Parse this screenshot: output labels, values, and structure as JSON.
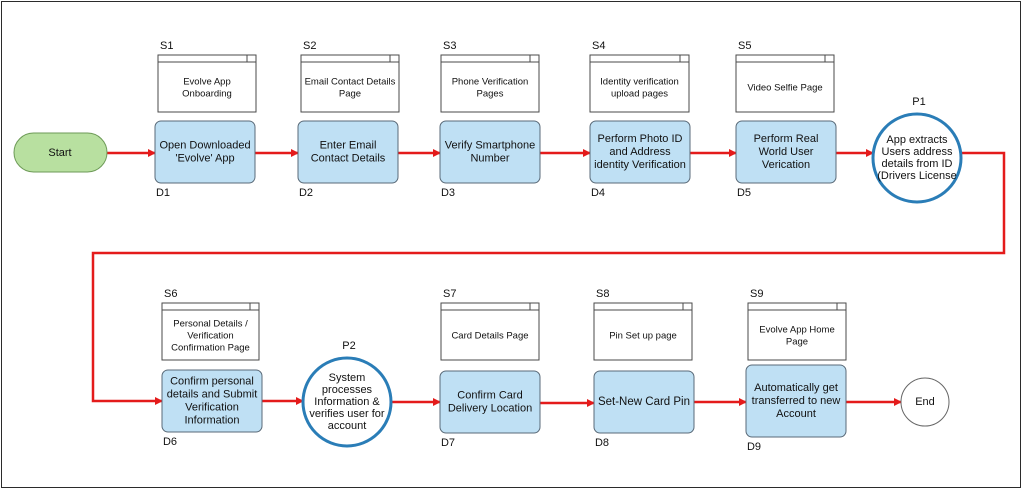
{
  "terminals": {
    "start": "Start",
    "end": "End"
  },
  "screens": [
    {
      "code": "S1",
      "lines": [
        "Evolve App",
        "Onboarding"
      ]
    },
    {
      "code": "S2",
      "lines": [
        "Email Contact Details",
        "Page"
      ]
    },
    {
      "code": "S3",
      "lines": [
        "Phone Verification",
        "Pages"
      ]
    },
    {
      "code": "S4",
      "lines": [
        "Identity verification",
        "upload pages"
      ]
    },
    {
      "code": "S5",
      "lines": [
        "Video Selfie Page"
      ]
    },
    {
      "code": "S6",
      "lines": [
        "Personal Details /",
        "Verification",
        "Confirmation Page"
      ]
    },
    {
      "code": "S7",
      "lines": [
        "Card Details Page"
      ]
    },
    {
      "code": "S8",
      "lines": [
        "Pin Set up page"
      ]
    },
    {
      "code": "S9",
      "lines": [
        "Evolve App Home",
        "Page"
      ]
    }
  ],
  "steps": [
    {
      "code": "D1",
      "lines": [
        "Open Downloaded",
        "'Evolve' App"
      ]
    },
    {
      "code": "D2",
      "lines": [
        "Enter Email",
        "Contact Details"
      ]
    },
    {
      "code": "D3",
      "lines": [
        "Verify  Smartphone",
        "Number"
      ]
    },
    {
      "code": "D4",
      "lines": [
        "Perform Photo ID",
        "and Address",
        "identity Verification"
      ]
    },
    {
      "code": "D5",
      "lines": [
        "Perform Real",
        "World User",
        "Verication"
      ]
    },
    {
      "code": "D6",
      "lines": [
        "Confirm personal",
        "details and Submit",
        "Verification",
        "Information"
      ]
    },
    {
      "code": "D7",
      "lines": [
        "Confirm Card",
        "Delivery Location"
      ]
    },
    {
      "code": "D8",
      "lines": [
        "Set-New Card Pin"
      ]
    },
    {
      "code": "D9",
      "lines": [
        "Automatically get",
        "transferred to new",
        "Account"
      ]
    }
  ],
  "system_processes": [
    {
      "code": "P1",
      "lines": [
        "App extracts",
        "Users address",
        "details from ID",
        "(Drivers License"
      ]
    },
    {
      "code": "P2",
      "lines": [
        "System",
        "processes",
        "Information &",
        "verifies user for",
        "account"
      ]
    }
  ]
}
